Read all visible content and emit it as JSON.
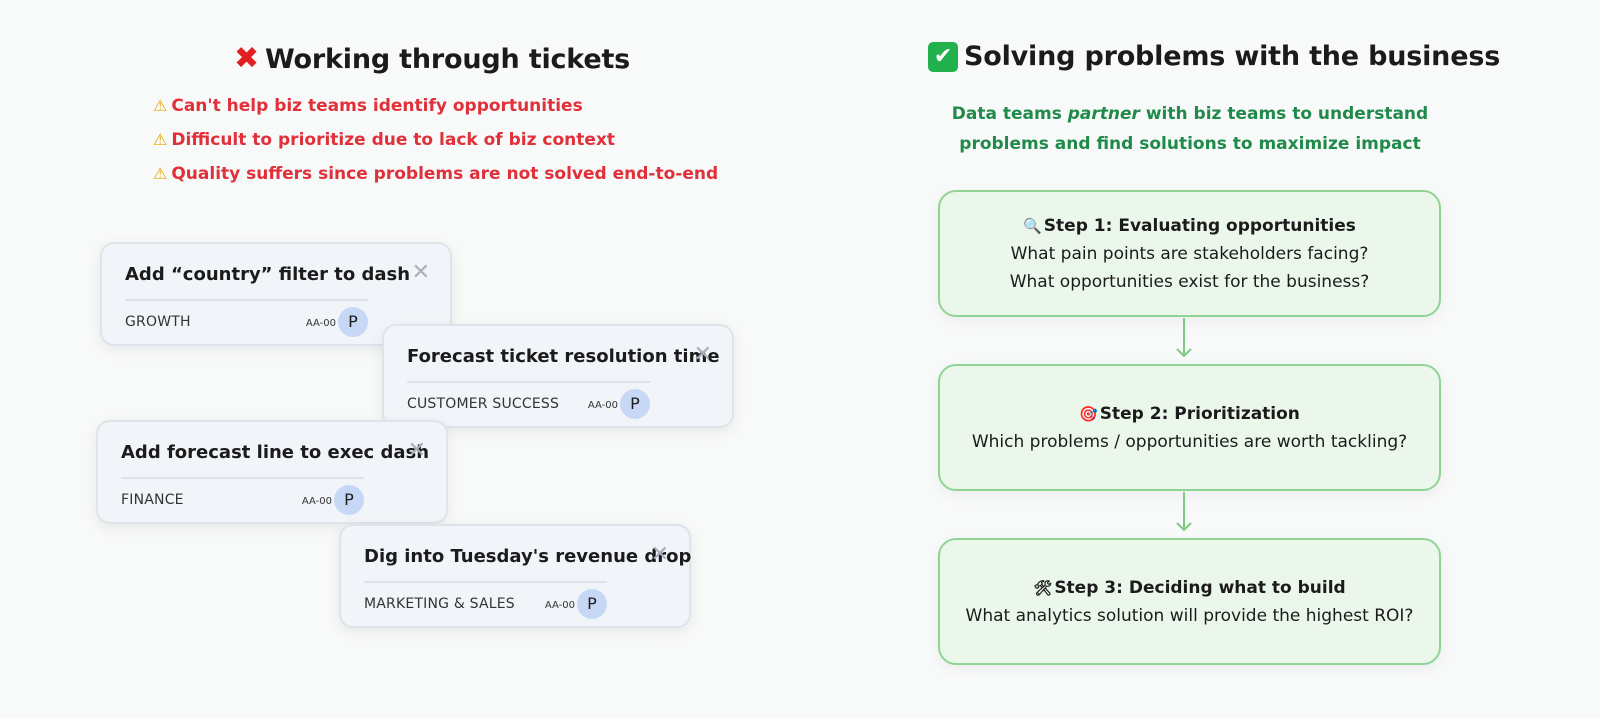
{
  "left": {
    "heading": "Working through tickets",
    "heading_icon": "cross-mark",
    "problems": [
      "Can't help biz teams identify opportunities",
      "Difficult to prioritize due to lack of biz context",
      "Quality suffers since problems are not solved end-to-end"
    ],
    "problem_icon": "warning",
    "tickets": [
      {
        "title": "Add “country” filter to dash",
        "team": "GROWTH",
        "id": "AA-00",
        "avatar": "P"
      },
      {
        "title": "Forecast ticket resolution time",
        "team": "CUSTOMER SUCCESS",
        "id": "AA-00",
        "avatar": "P"
      },
      {
        "title": "Add forecast line to exec dash",
        "team": "FINANCE",
        "id": "AA-00",
        "avatar": "P"
      },
      {
        "title": "Dig into Tuesday's revenue drop",
        "team": "MARKETING & SALES",
        "id": "AA-00",
        "avatar": "P"
      }
    ]
  },
  "right": {
    "heading": "Solving problems with the business",
    "heading_icon": "check-mark",
    "intro_before": "Data teams ",
    "intro_em": "partner",
    "intro_after": " with biz teams to understand problems and find solutions to maximize impact",
    "steps": [
      {
        "icon": "magnifier",
        "title": "Step 1: Evaluating opportunities",
        "questions": [
          "What pain points are stakeholders facing?",
          "What opportunities exist for the business?"
        ]
      },
      {
        "icon": "target",
        "title": "Step 2: Prioritization",
        "questions": [
          "Which problems / opportunities are worth tackling?"
        ]
      },
      {
        "icon": "tools",
        "title": "Step 3: Deciding what to build",
        "questions": [
          "What analytics solution will provide the highest ROI?"
        ]
      }
    ]
  },
  "colors": {
    "problem_red": "#e0303a",
    "intro_green": "#1f8a4a",
    "step_border": "#8fd494",
    "step_fill": "#ecf7ec"
  }
}
